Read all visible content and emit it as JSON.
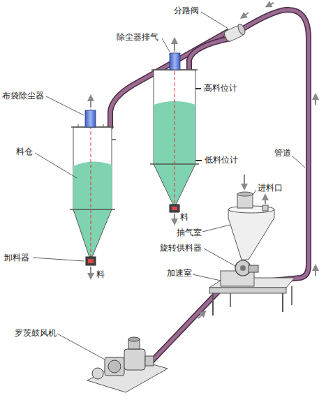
{
  "diagram": {
    "labels": [
      "分路阀",
      "除尘器排气",
      "布袋除尘器",
      "高料位计",
      "料仓",
      "低料位计",
      "料",
      "管道",
      "进料口",
      "抽气室",
      "旋转供料器",
      "卸料器",
      "加速室",
      "料",
      "罗茨鼓风机"
    ]
  }
}
